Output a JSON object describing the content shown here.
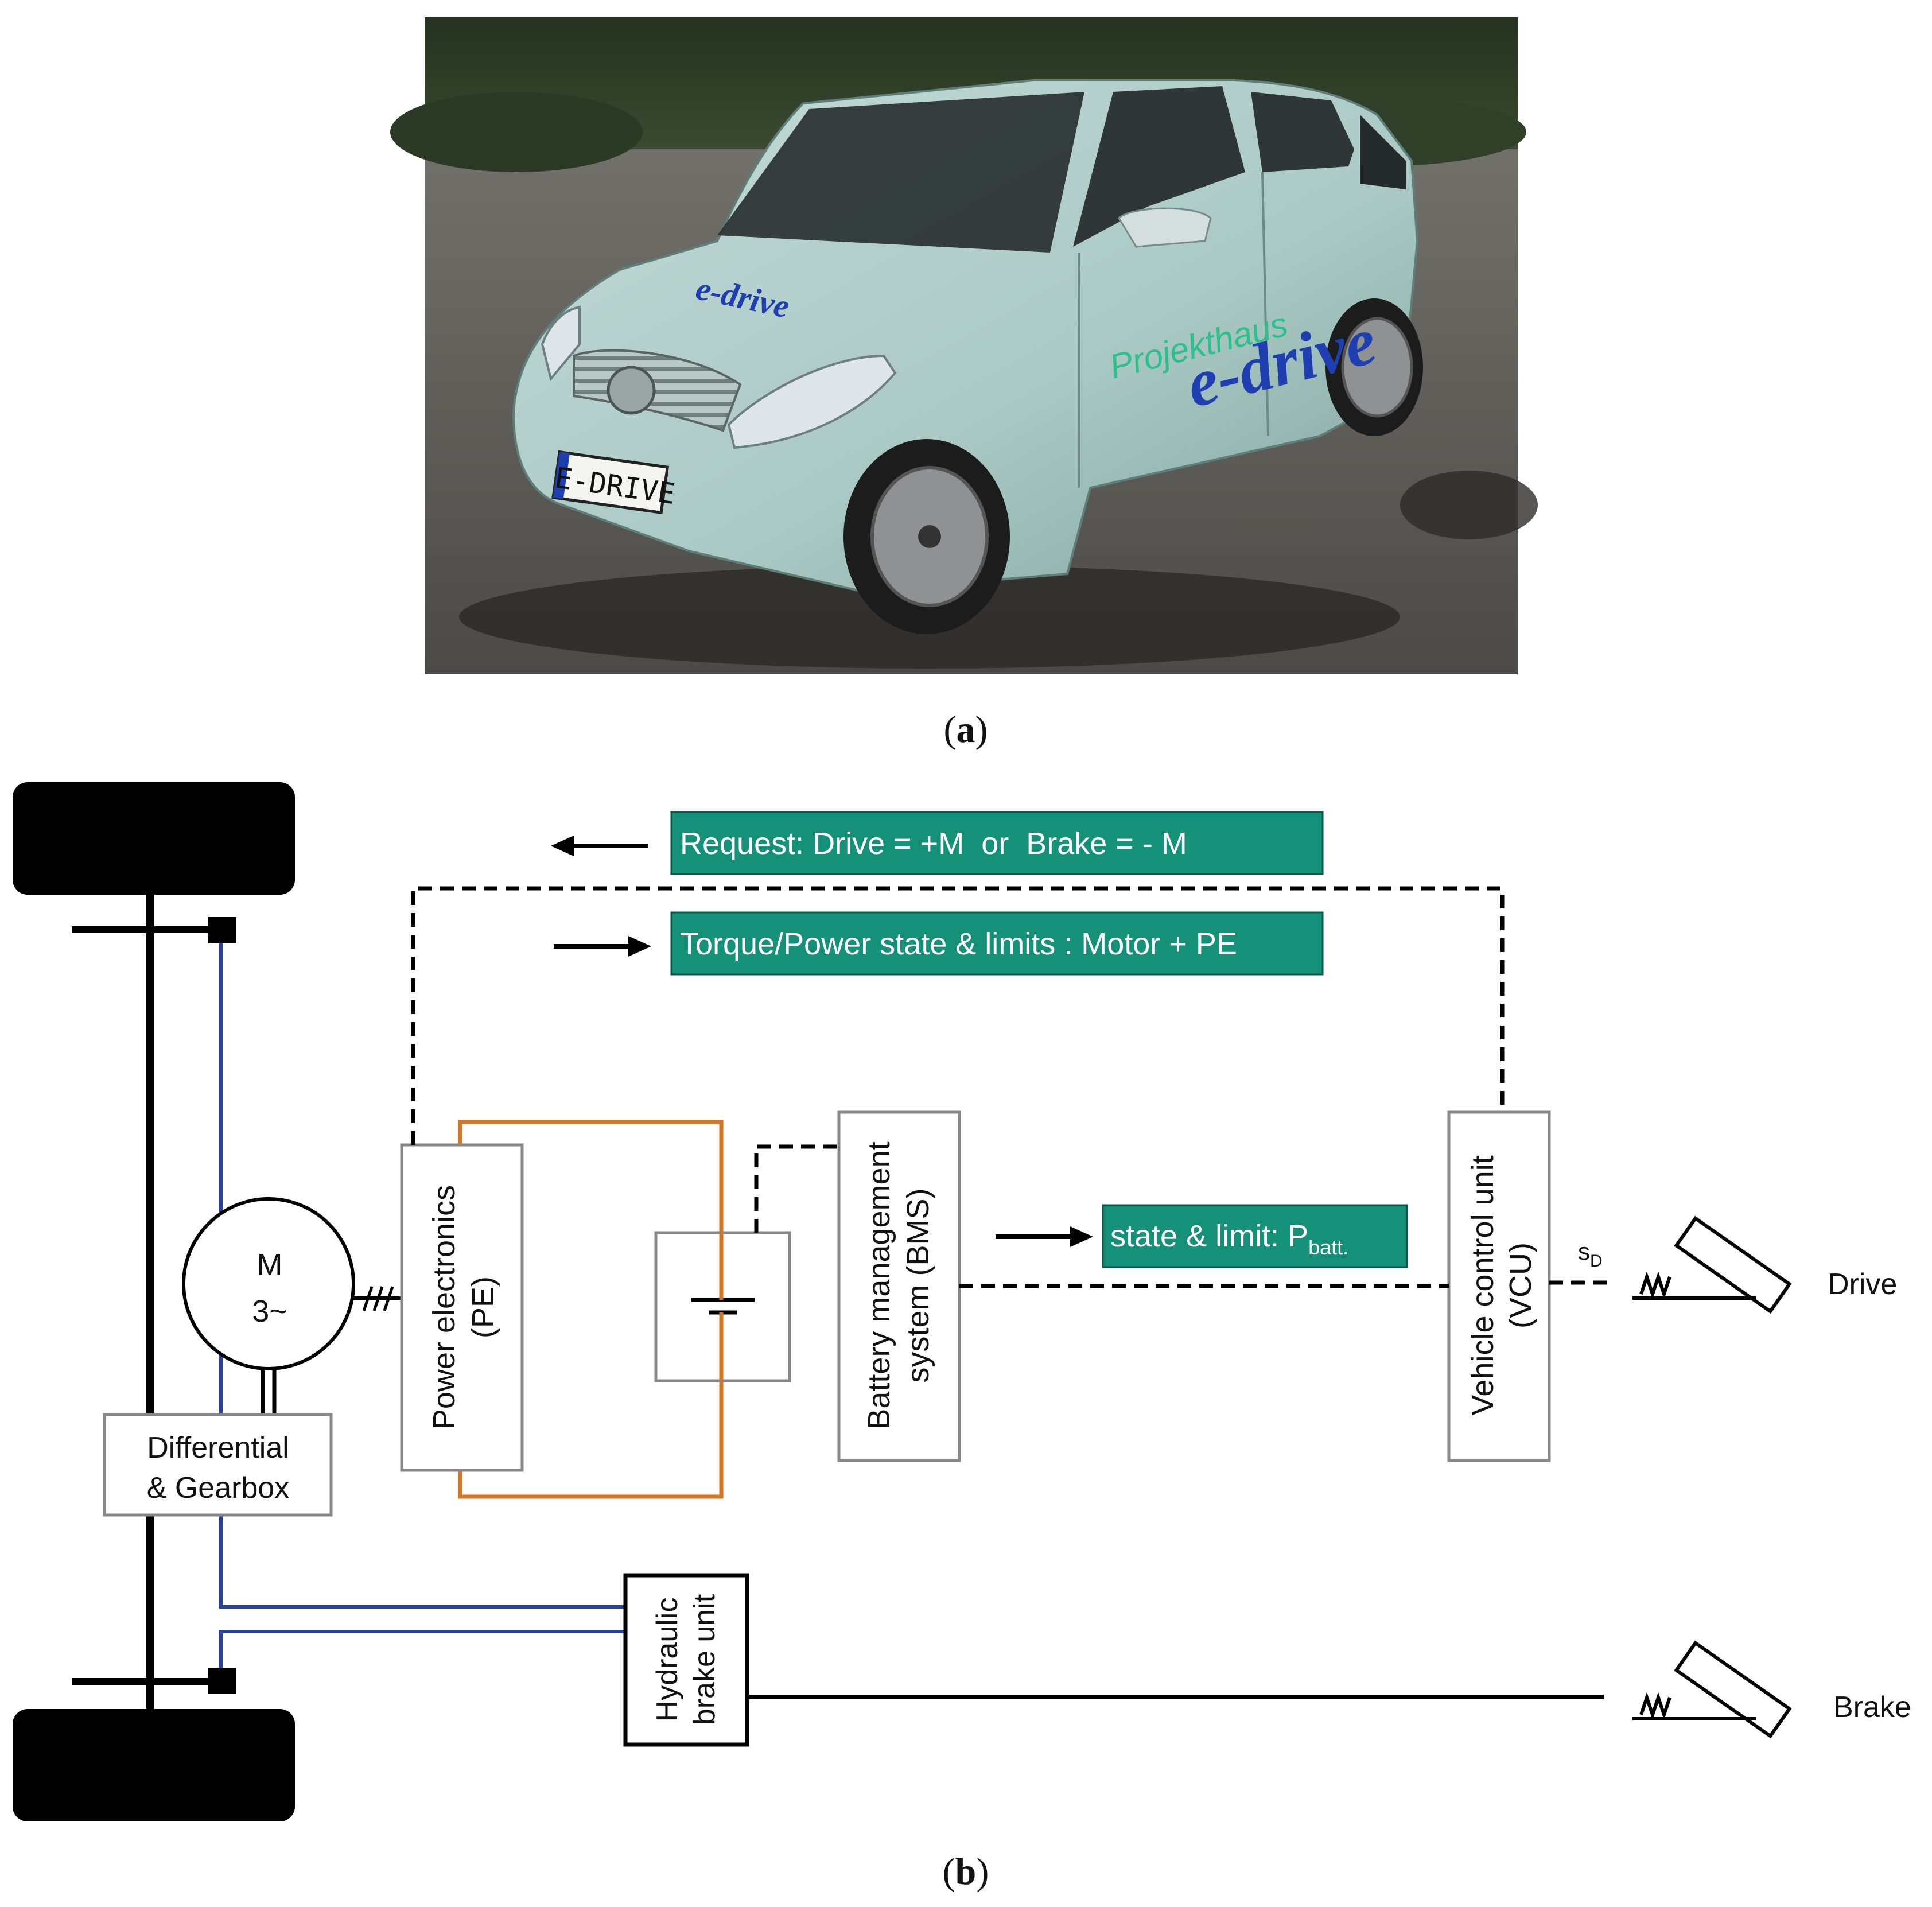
{
  "photo": {
    "plate_text": "E-DRIVE",
    "door_logo_top": "Projekthaus",
    "door_logo_bottom": "e-drive",
    "hood_logo": "e-drive",
    "colors": {
      "body": "#a9c8c4",
      "logo_blue": "#1f3fb0",
      "logo_green": "#2fbf8a"
    }
  },
  "captions": {
    "a_open": "(",
    "a_letter": "a",
    "a_close": ")",
    "b_open": "(",
    "b_letter": "b",
    "b_close": ")"
  },
  "signals": {
    "request": "Request: Drive = +M  or  Brake = - M",
    "torque": "Torque/Power state & limits : Motor + PE",
    "state_limit_main": "state & limit: P",
    "state_limit_sub": "batt."
  },
  "blocks": {
    "motor_top": "M",
    "motor_bottom": "3~",
    "differential_line1": "Differential",
    "differential_line2": "& Gearbox",
    "pe_line1": "Power electronics",
    "pe_line2": "(PE)",
    "bms_line1": "Battery management",
    "bms_line2": "system (BMS)",
    "vcu_line1": "Vehicle control unit",
    "vcu_line2": "(VCU)",
    "hbu_line1": "Hydraulic",
    "hbu_line2": "brake unit"
  },
  "pedals": {
    "drive_label": "Drive",
    "brake_label": "Brake",
    "sd_main": "s",
    "sd_sub": "D"
  },
  "colors": {
    "signal_box": "#15917a",
    "hv_wire": "#d5751f",
    "brake_line": "#27429a"
  }
}
